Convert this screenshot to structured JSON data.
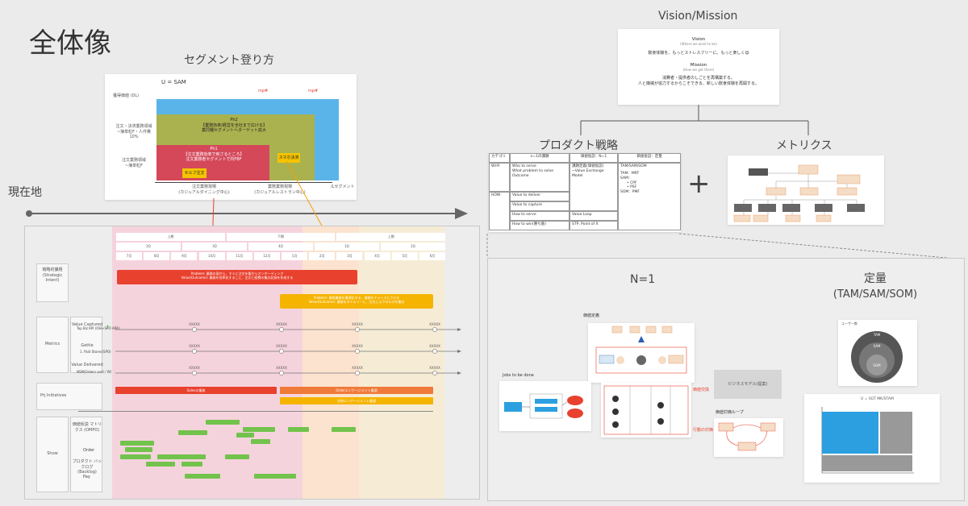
{
  "title": "全体像",
  "segment": {
    "heading": "セグメント登り方",
    "chart_title": "U = SAM",
    "y_top": "獲得価値 (DL)",
    "phase2_title": "Ph2",
    "phase2_desc": "【業務効率/経営を全社まで広げる】",
    "phase2_sub": "業同種セグメントへターゲット拡大",
    "phase1_title": "Ph1",
    "phase1_desc": "【注文業務効率で刺さるところ】",
    "phase1_sub": "注文業務者セグメントで内FBF",
    "y_label_mid": "注文・決済業務領域",
    "y_label_mid_sub": "~簿単粒F・人件費10%",
    "y_label_low": "注文業務領域",
    "y_label_low_sub": "~簿単粒F",
    "box_left": "セルフ注文",
    "box_right": "スマホ決済",
    "x_left": "注文業務現場",
    "x_left_sub": "(カジュアルダイニング中心)",
    "x_right": "業態業務現場",
    "x_right_sub": "(カジュアルレストラン中心)",
    "x_axis": "/Lセグメント",
    "marker1": "mp#",
    "marker2": "mp#"
  },
  "current": {
    "label": "現在地"
  },
  "vision": {
    "heading": "Vision/Mission",
    "vision_title": "Vision",
    "vision_sub": "(Where we want to be)",
    "vision_text": "飲食体験を、もっとストレスフリーに。もっと楽しく😋",
    "mission_title": "Mission",
    "mission_sub": "(How we get there)",
    "mission_text1": "消費者・提供者のしごとを再構築する。",
    "mission_text2": "人と機械が協力するからこそできる、新しい飲食体験を再開する。"
  },
  "strategy": {
    "heading": "プロダクト戦略",
    "headers": [
      "カテゴリ",
      "n=1の課題",
      "価値仮説：N=1",
      "価値仮説：定量"
    ],
    "why_label": "WHY",
    "why_text": [
      "Who to serve",
      "What problem to solve",
      "Outcome"
    ],
    "why_col3": [
      "課題定義(価値仮説)",
      "~Value Exchange Model"
    ],
    "why_col4": [
      "TAM/SAM/SOM",
      "TAM：MRT",
      "SAM："
    ],
    "col4_items": [
      "CPF",
      "PSF",
      "SOM：PMF"
    ],
    "how_label": "HOW",
    "how_rows": [
      "Value to deliver",
      "Value to capture",
      "How to serve",
      "How to win(勝ち筋)"
    ],
    "how_col3": [
      "Value Loop",
      "STP, Point of X"
    ]
  },
  "plus": "+",
  "metrics": {
    "heading": "メトリクス"
  },
  "roadmap": {
    "halves": [
      "上期",
      "下期",
      "上期"
    ],
    "quarters": [
      "2Q",
      "3Q",
      "4Q",
      "1Q",
      "2Q"
    ],
    "months": [
      "7月",
      "8月",
      "9月",
      "10月",
      "11月",
      "12月",
      "1月",
      "2月",
      "3月",
      "4月",
      "5月",
      "6月"
    ],
    "problem1": "Problem: 業務の面から、すぐに注文を飯からオンボーディング",
    "problem1b": "Value(Outcome): 業務を効率化すること、注文と経費の集計記録を作成する",
    "problem2": "Problem: 業務業務を最適化する、業務をチャンスにさせる",
    "problem2b": "Value(Outcome): 業務をタイムリーに、注文に以下のものを集計",
    "row_labels": [
      "戦略的課題 (Strategic Intent)",
      "Metrics",
      "Prj Initiatives",
      "Show"
    ],
    "metric_sub": [
      "Value Captured",
      "Gettle",
      "Value Delivered"
    ],
    "kpi1": "Top Biz KPI (OEI+SPO ARR)",
    "kpi2": "1. Paid Stores(SPO)",
    "kpi3": "NSM(Orders sent / W)",
    "marker": "XXXXX",
    "initiative1": "Salesの業務",
    "initiative2": "Orderエンゲージメント最適",
    "initiative3": "決済エンゲージメント最適",
    "show_labels": [
      "価値仮説 マトリクス (OMPO)",
      "プロダクト バックログ (Backlog)"
    ],
    "order_label": "Order",
    "pay_label": "Pay",
    "up_arrow": "↑"
  },
  "lower_right": {
    "n1_heading": "N=1",
    "quant_heading": "定量",
    "quant_sub": "(TAM/SAM/SOM)",
    "value_def": "価値定義",
    "jobs": "Jobs to be done",
    "biz_model": "ビジネスモデル(提案)",
    "value_loop": "価値対価ループ",
    "exchange1": "価値交換",
    "exchange2": "行動の対価",
    "tam_chart_title": "U = SGT MK/STAM",
    "tam_labels": [
      "TAM",
      "SAM",
      "SOM"
    ],
    "tam_title": "ユーザー数"
  },
  "colors": {
    "bg": "#ebebeb",
    "pink": "#f5d3dd",
    "peach": "#fbe3cf",
    "cream": "#f6ecd6",
    "red": "#e8412e",
    "orange": "#f5a000",
    "green": "#72c34c",
    "olive": "#aab24f",
    "sky": "#5ab4ea",
    "crimson": "#d4485a",
    "blue": "#2b9fe0"
  }
}
